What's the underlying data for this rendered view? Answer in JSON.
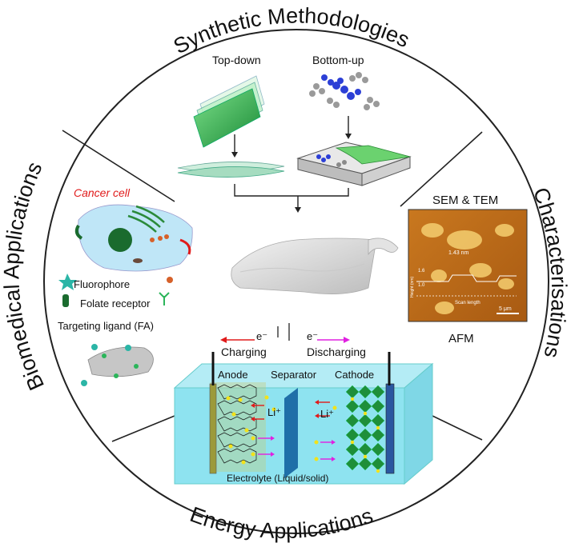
{
  "sections": {
    "synthetic": "Synthetic Methodologies",
    "characterisations": "Characterisations",
    "energy": "Energy Applications",
    "biomedical": "Biomedical Applications"
  },
  "synthesis": {
    "top_down": "Top-down",
    "bottom_up": "Bottom-up"
  },
  "characterisation": {
    "sem_tem": "SEM & TEM",
    "afm": "AFM",
    "afm_image": {
      "height_label_1": "1.43 nm",
      "height_label_2": "1.6",
      "height_label_3": "1.0",
      "axis_label": "Height (nm)",
      "scan_label": "Scan length",
      "scale_bar": "5 μm"
    }
  },
  "biomedical": {
    "cancer_cell": "Cancer cell",
    "fluorophore": "Fluorophore",
    "folate_receptor": "Folate receptor",
    "targeting_ligand": "Targeting ligand (FA)"
  },
  "battery": {
    "electron_left": "e⁻",
    "electron_right": "e⁻",
    "charging": "Charging",
    "discharging": "Discharging",
    "anode": "Anode",
    "separator": "Separator",
    "cathode": "Cathode",
    "li_left": "Li⁺",
    "li_right": "Li⁺",
    "electrolyte": "Electrolyte (Liquid/solid)"
  },
  "colors": {
    "circle_stroke": "#222222",
    "graphene_green": "#2fbf4a",
    "cell_blue": "#bfe6f7",
    "electrolyte_cyan": "#8ee3f0",
    "anode_olive": "#9c9a3a",
    "cathode_green": "#1e8f3a",
    "separator_blue": "#1f6fa8",
    "charging_red": "#e01b1b",
    "discharging_magenta": "#e020e0",
    "li_yellow": "#f2e21a",
    "cancer_red": "#e01b1b"
  }
}
